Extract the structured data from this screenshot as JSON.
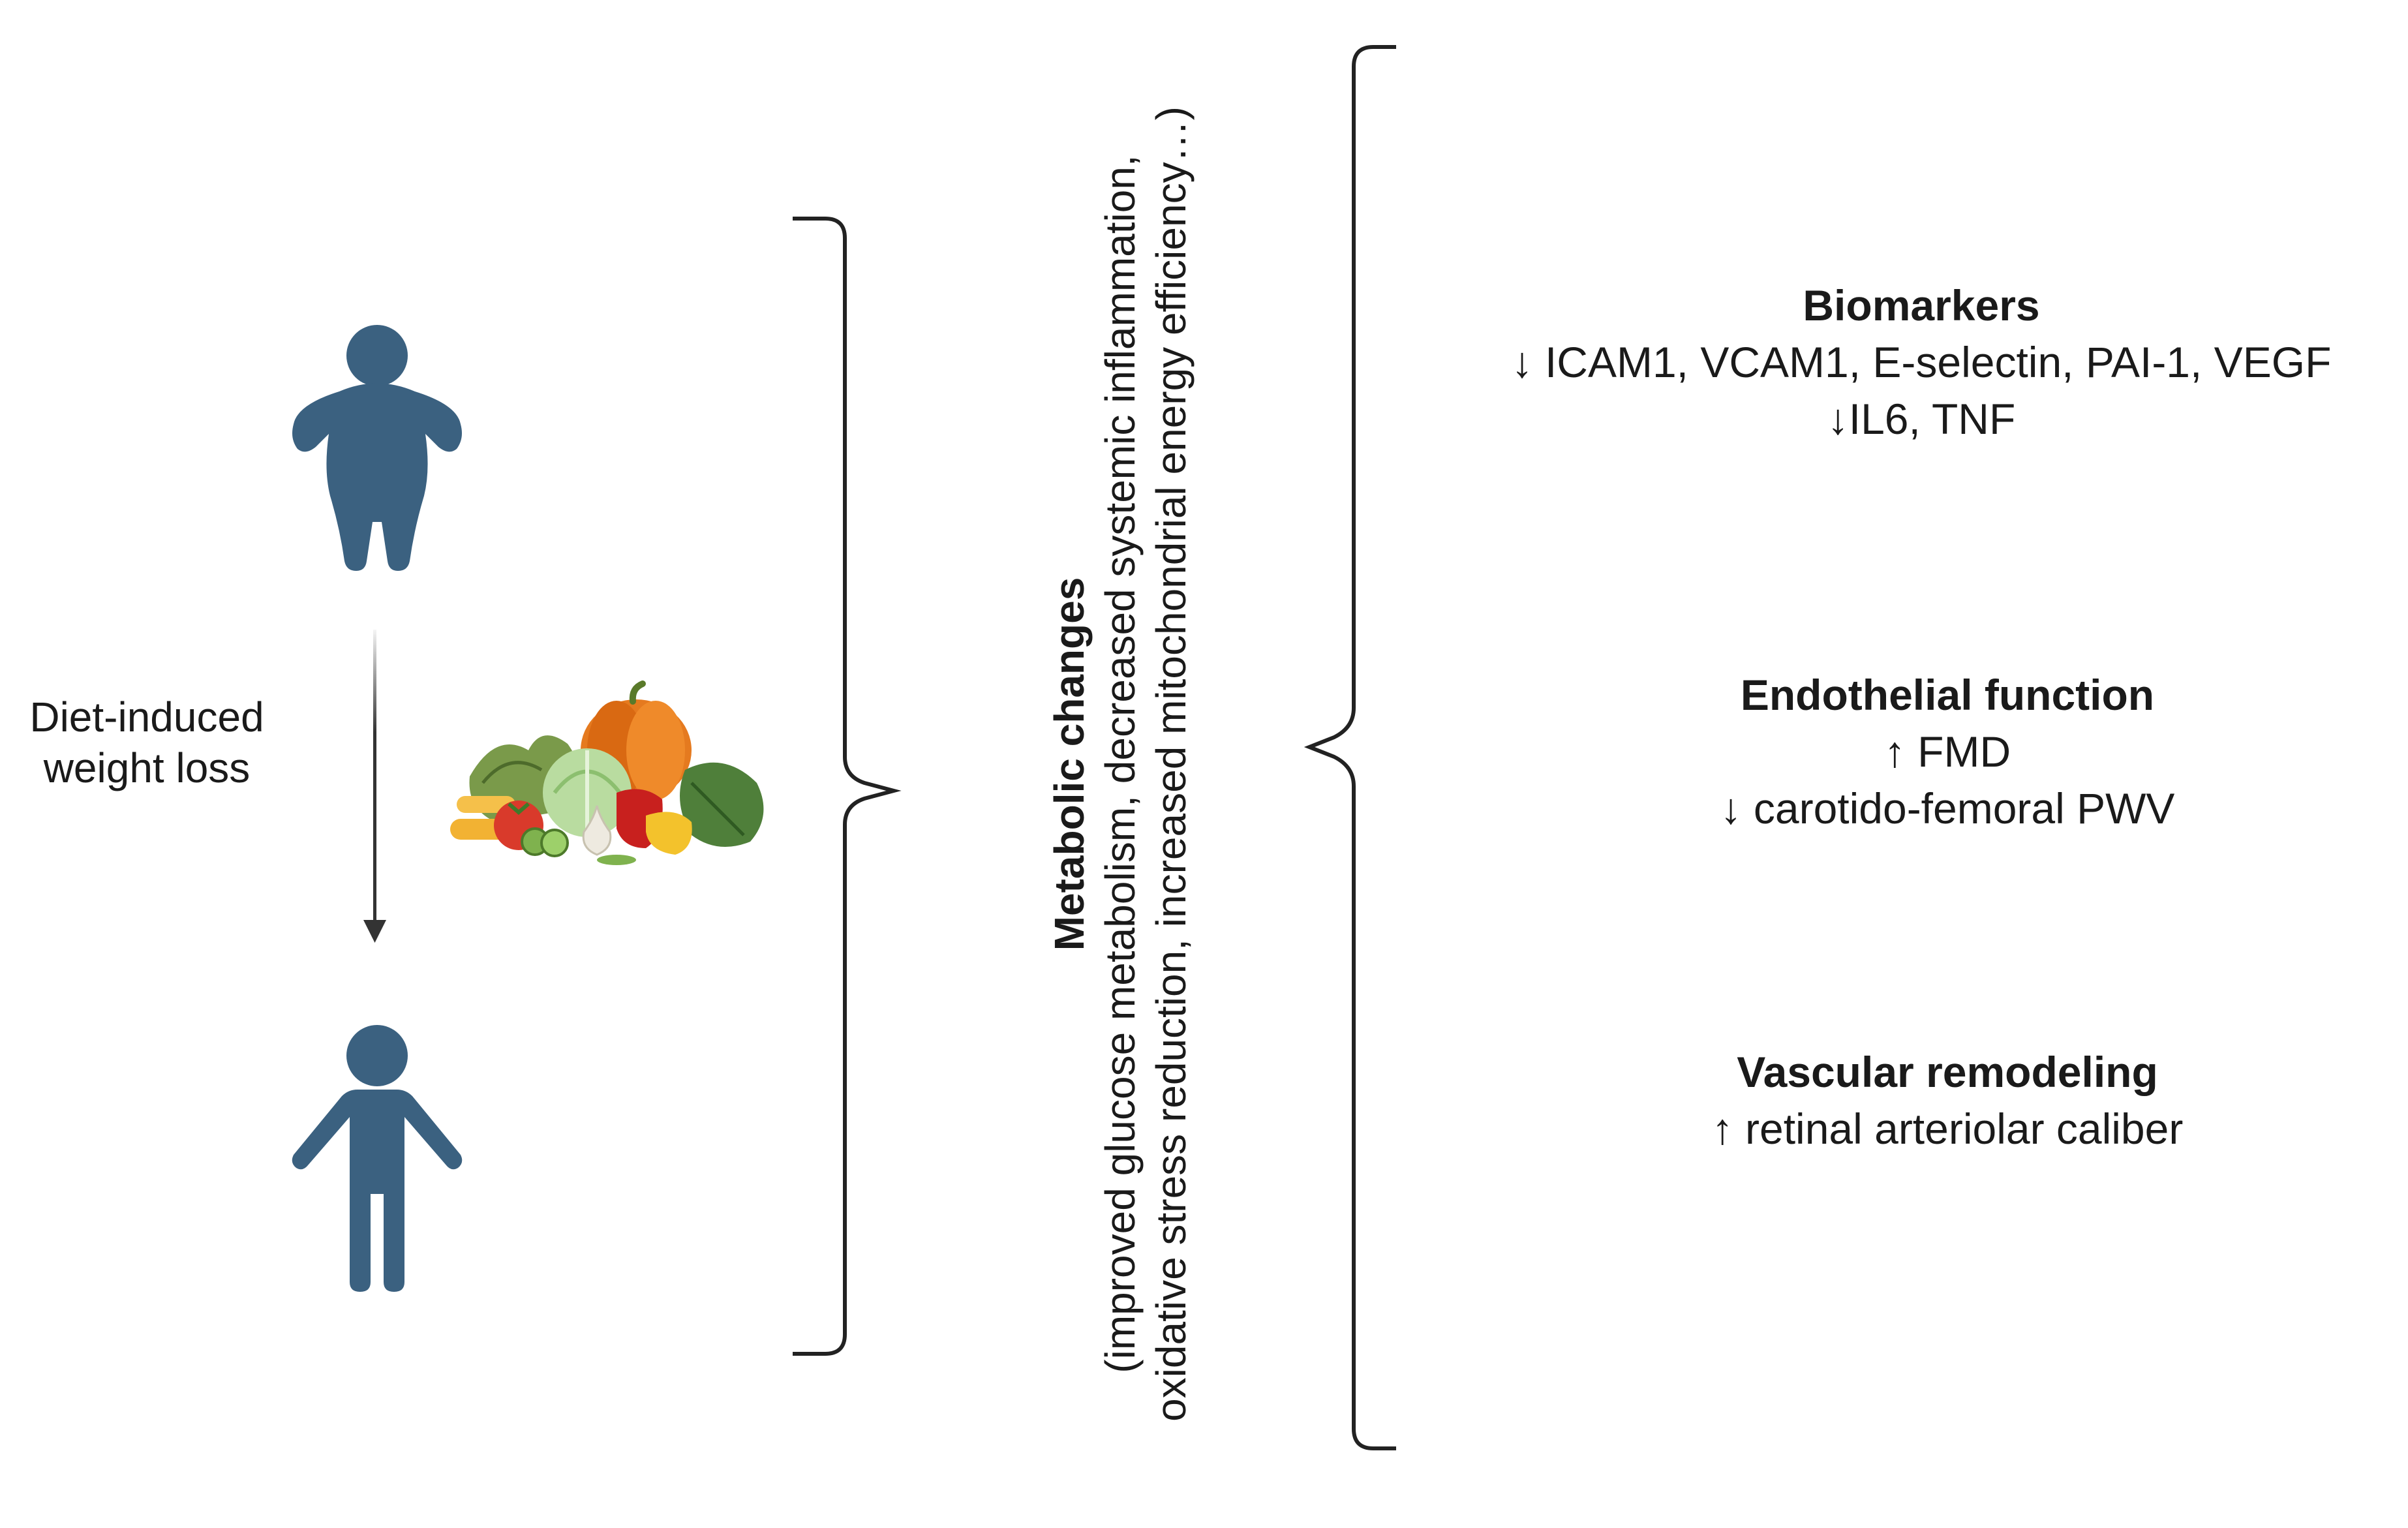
{
  "diet_label": {
    "line1": "Diet-induced",
    "line2": "weight loss"
  },
  "metabolic": {
    "title": "Metabolic changes",
    "line1": "(improved glucose metabolism, decreased systemic inflammation,",
    "line2": "oxidative stress reduction, increased mitochondrial energy efficiency…)"
  },
  "outcomes": [
    {
      "title": "Biomarkers",
      "lines": [
        "↓ ICAM1, VCAM1, E-selectin, PAI-1, VEGF",
        "↓IL6, TNF"
      ]
    },
    {
      "title": "Endothelial function",
      "lines": [
        "↑ FMD",
        "↓ carotido-femoral PWV"
      ]
    },
    {
      "title": "Vascular remodeling",
      "lines": [
        "↑ retinal arteriolar caliber"
      ]
    }
  ],
  "colors": {
    "figure": "#3b6180",
    "line": "#222222",
    "arrow": "#333333"
  },
  "icons": [
    "obese-person-icon",
    "lean-person-icon",
    "vegetables-icon",
    "down-arrow-icon",
    "brace-icon"
  ]
}
